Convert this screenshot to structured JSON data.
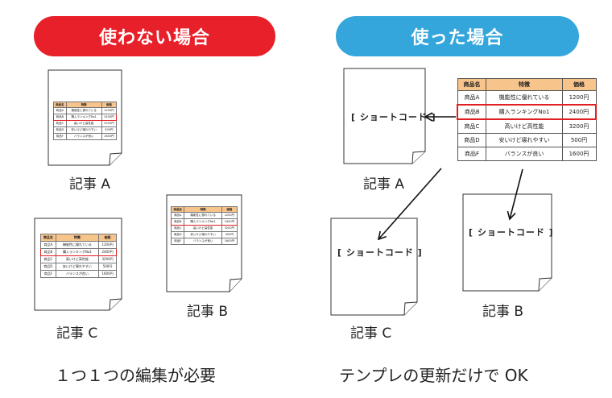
{
  "left_title": "使わない場合",
  "right_title": "使った場合",
  "article_a": "記事 A",
  "article_b": "記事 B",
  "article_c": "記事 C",
  "shortcode": "[ ショートコード ]",
  "left_caption": "１つ１つの編集が必要",
  "right_caption": "テンプレの更新だけで OK",
  "table": {
    "headers": [
      "商品名",
      "特徴",
      "価格"
    ],
    "rows": [
      [
        "商品A",
        "機能性に優れている",
        "1200円"
      ],
      [
        "商品B",
        "購入ランキングNo1",
        "2400円"
      ],
      [
        "商品C",
        "高いけど高性能",
        "3200円"
      ],
      [
        "商品D",
        "安いけど壊れやすい",
        "500円"
      ],
      [
        "商品F",
        "バランスが良い",
        "1600円"
      ]
    ],
    "highlight_row": 1
  },
  "colors": {
    "left_pill": "#e8202a",
    "right_pill": "#35a6dc",
    "header": "#f7c48b",
    "highlight": "#e02020"
  }
}
